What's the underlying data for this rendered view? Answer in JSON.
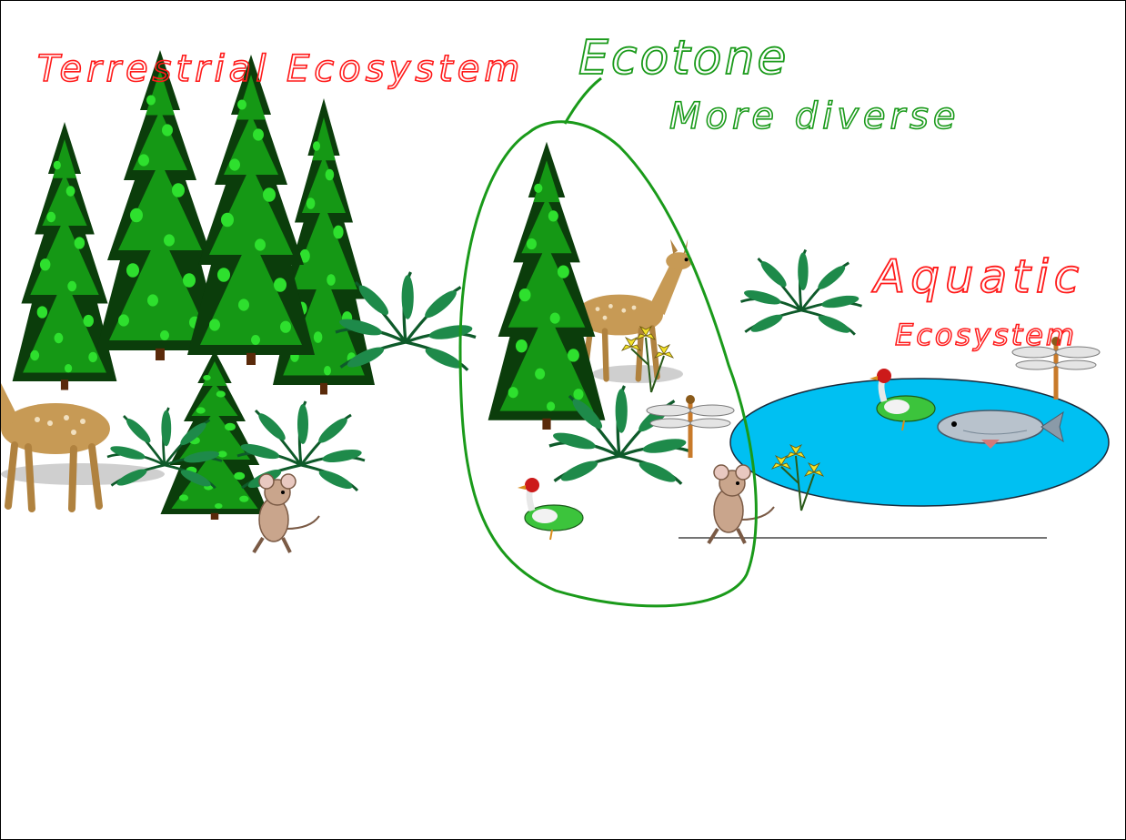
{
  "annotations": {
    "terrestrial": "Terrestrial Ecosystem",
    "ecotone": "Ecotone",
    "more_diverse": "More diverse",
    "aquatic_line1": "Aquatic",
    "aquatic_line2": "Ecosystem"
  },
  "colors": {
    "red_ink": "#ff1a1a",
    "green_ink": "#1a9a1a",
    "pond": "#00c0f2",
    "tree_dark": "#0b3d0b",
    "tree_light": "#19c619",
    "deer": "#c79a55"
  },
  "icons": [
    "tree-icon",
    "deer-icon",
    "mouse-icon",
    "duck-icon",
    "fish-icon",
    "dragonfly-icon",
    "fern-icon",
    "yellow-flower-icon"
  ]
}
